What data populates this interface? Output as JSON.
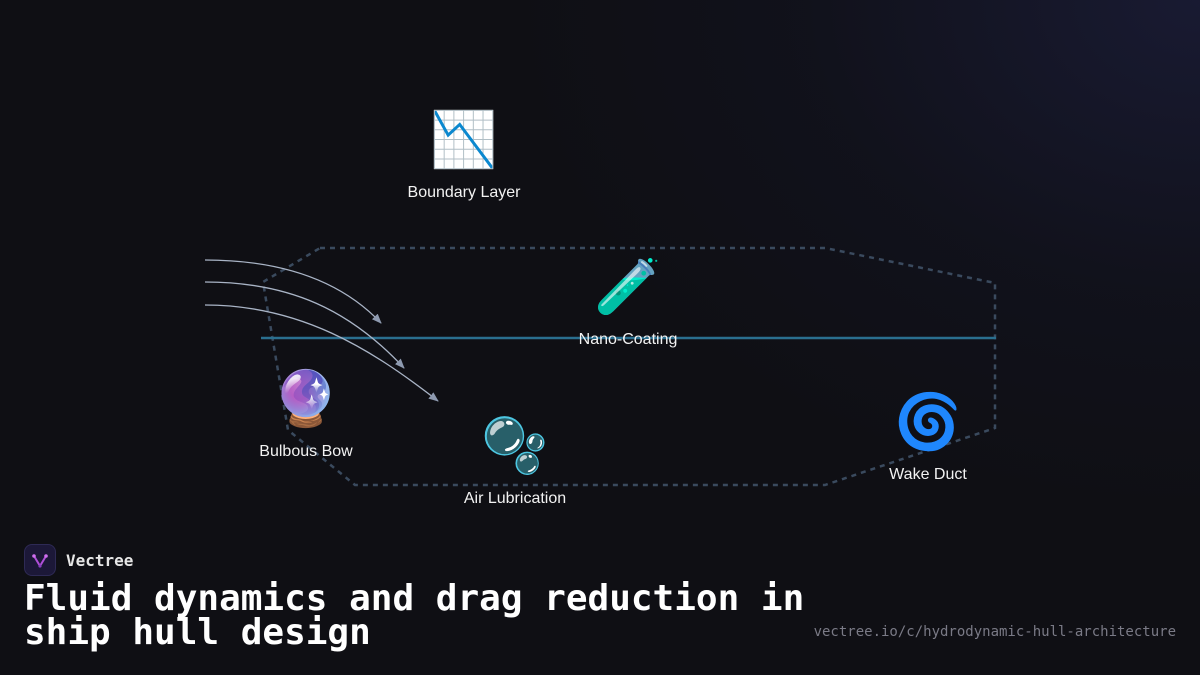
{
  "nodes": [
    {
      "id": "boundary-layer",
      "icon": "chart-decreasing-icon",
      "emoji": "📉",
      "label": "Boundary Layer"
    },
    {
      "id": "nano-coating",
      "icon": "test-tube-icon",
      "emoji": "🧪",
      "label": "Nano-Coating"
    },
    {
      "id": "bulbous-bow",
      "icon": "crystal-ball-icon",
      "emoji": "🔮",
      "label": "Bulbous Bow"
    },
    {
      "id": "air-lubrication",
      "icon": "bubbles-icon",
      "emoji": "🫧",
      "label": "Air Lubrication"
    },
    {
      "id": "wake-duct",
      "icon": "cyclone-icon",
      "emoji": "🌀",
      "label": "Wake Duct"
    }
  ],
  "colors": {
    "background": "#0f0f14",
    "hull_outline": "#3a4a5e",
    "waterline": "#2a6f8f",
    "flow_lines": "#a9b4c6"
  },
  "brand": {
    "name": "Vectree",
    "icon": "vectree-logo-icon"
  },
  "title": "Fluid dynamics and drag reduction in ship hull design",
  "url": "vectree.io/c/hydrodynamic-hull-architecture"
}
